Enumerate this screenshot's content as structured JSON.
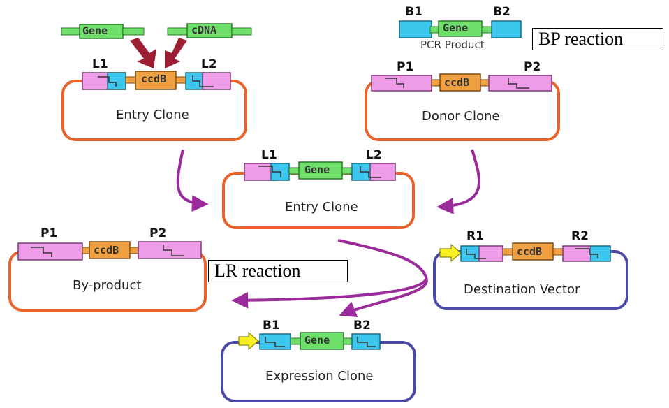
{
  "top_inputs": {
    "gene_label": "Gene",
    "cdna_label": "cDNA"
  },
  "pcr_product": {
    "site_left": "B1",
    "site_right": "B2",
    "gene_label": "Gene",
    "caption": "PCR Product"
  },
  "reaction_labels": {
    "bp": "BP reaction",
    "lr": "LR reaction"
  },
  "entry_clone_top": {
    "site_left": "L1",
    "site_right": "L2",
    "insert_label": "ccdB",
    "caption": "Entry Clone"
  },
  "donor_clone": {
    "site_left": "P1",
    "site_right": "P2",
    "insert_label": "ccdB",
    "caption": "Donor Clone"
  },
  "entry_clone_mid": {
    "site_left": "L1",
    "site_right": "L2",
    "insert_label": "Gene",
    "caption": "Entry Clone"
  },
  "by_product": {
    "site_left": "P1",
    "site_right": "P2",
    "insert_label": "ccdB",
    "caption": "By-product"
  },
  "destination_vector": {
    "site_left": "R1",
    "site_right": "R2",
    "insert_label": "ccdB",
    "caption": "Destination Vector"
  },
  "expression_clone": {
    "site_left": "B1",
    "site_right": "B2",
    "insert_label": "Gene",
    "caption": "Expression Clone"
  },
  "colors": {
    "orange_outline": "#e8622a",
    "blue_outline": "#4a4aa6",
    "pink": "#ee9be8",
    "cyan": "#3cc8ee",
    "green": "#6ee06a",
    "ccdb_orange": "#f0a040",
    "purple_arrow": "#9b2a9b",
    "red_arrow": "#9c1e32",
    "yellow": "#f8f020"
  }
}
